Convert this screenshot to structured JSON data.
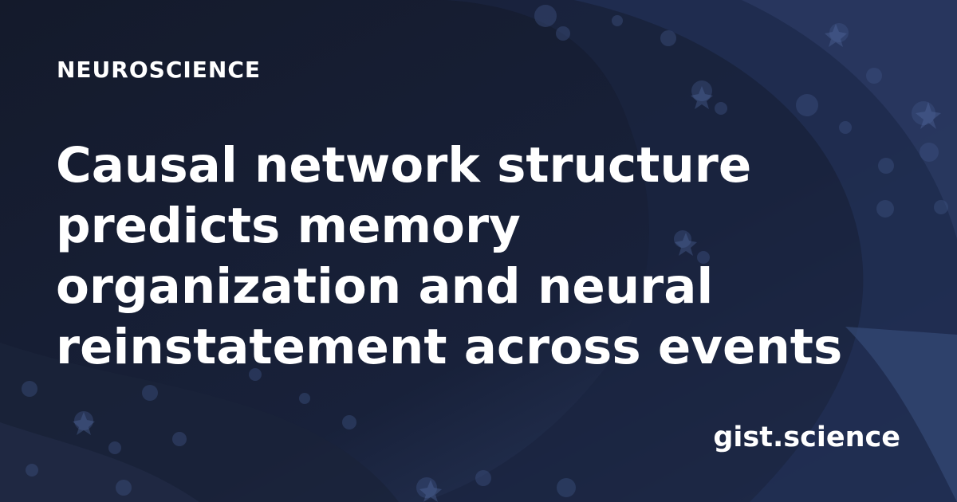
{
  "card": {
    "category": "NEUROSCIENCE",
    "title_lines": [
      "Causal network structure",
      "predicts memory",
      "organization and neural",
      "reinstatement across events"
    ],
    "brand": "gist.science"
  },
  "colors": {
    "background": "#151d30",
    "background_accent": "#33456d",
    "text": "#ffffff"
  }
}
